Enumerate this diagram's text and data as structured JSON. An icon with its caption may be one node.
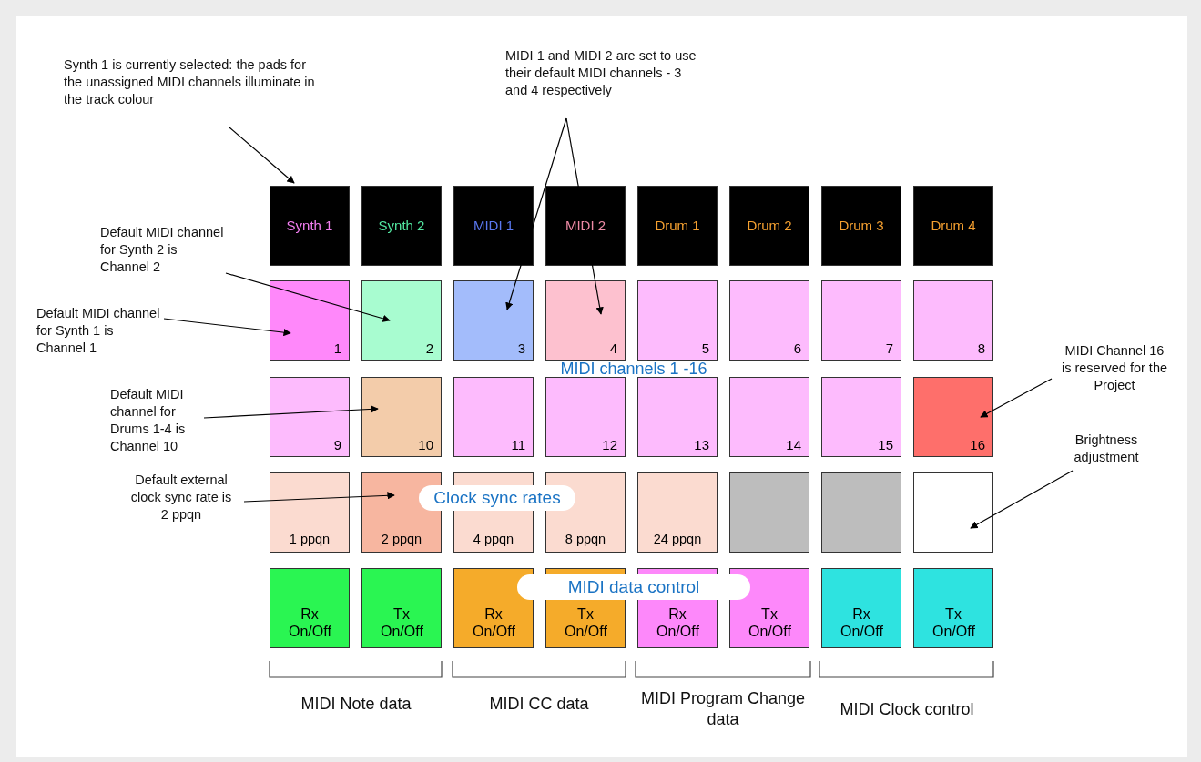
{
  "diagram": {
    "nodes": [
      {
        "text": [
          "Synth 1 is currently selected: the pads for the unassigned MIDI channels illuminate in the track colour"
        ]
      },
      {
        "text": [
          "MIDI 1 and MIDI 2 are set to use their default MIDI channels - 3 and 4 respectively"
        ]
      },
      {
        "text": [
          "Synth 1"
        ]
      },
      {
        "text": [
          "Synth 2"
        ]
      },
      {
        "text": [
          "MIDI 1"
        ]
      },
      {
        "text": [
          "MIDI 2"
        ]
      },
      {
        "text": [
          "Drum 1"
        ]
      },
      {
        "text": [
          "Drum 2"
        ]
      },
      {
        "text": [
          "Drum 3"
        ]
      },
      {
        "text": [
          "Drum 4"
        ]
      },
      {
        "text": [
          "Default MIDI channel for Synth 2 is Channel 2"
        ]
      },
      {
        "text": [
          "Default MIDI channel for Synth 1 is Channel 1"
        ]
      },
      {
        "text": [
          "1"
        ]
      },
      {
        "text": [
          "2"
        ]
      },
      {
        "text": [
          "3"
        ]
      },
      {
        "text": [
          "4"
        ]
      },
      {
        "text": [
          "5"
        ]
      },
      {
        "text": [
          "6"
        ]
      },
      {
        "text": [
          "7"
        ]
      },
      {
        "text": [
          "8"
        ]
      },
      {
        "text": [
          "MIDI channels 1 -16"
        ]
      },
      {
        "text": [
          "MIDI Channel 16 is reserved for the Project"
        ]
      },
      {
        "text": [
          "Default MIDI channel for Drums 1-4 is Channel 10"
        ]
      },
      {
        "text": [
          "9"
        ]
      },
      {
        "text": [
          "10"
        ]
      },
      {
        "text": [
          "11"
        ]
      },
      {
        "text": [
          "12"
        ]
      },
      {
        "text": [
          "13"
        ]
      },
      {
        "text": [
          "14"
        ]
      },
      {
        "text": [
          "15"
        ]
      },
      {
        "text": [
          "16"
        ]
      },
      {
        "text": [
          "Brightness adjustment"
        ]
      },
      {
        "text": [
          "Default external clock sync rate is 2 ppqn"
        ]
      },
      {
        "text": [
          "Clock sync rates"
        ]
      },
      {
        "text": [
          "1 ppqn"
        ]
      },
      {
        "text": [
          "2 ppqn"
        ]
      },
      {
        "text": [
          "4 ppqn"
        ]
      },
      {
        "text": [
          "8 ppqn"
        ]
      },
      {
        "text": [
          "24 ppqn"
        ]
      },
      {
        "text": [],
        "shape": "box"
      },
      {
        "text": [],
        "shape": "box"
      },
      {
        "text": [],
        "shape": "box"
      },
      {
        "text": [
          "MIDI data control"
        ]
      },
      {
        "text": [
          "Rx On/Off"
        ]
      },
      {
        "text": [
          "Tx On/Off"
        ]
      },
      {
        "text": [
          "Rx On/Off"
        ]
      },
      {
        "text": [
          "Tx On/Off"
        ]
      },
      {
        "text": [
          "Rx On/Off"
        ]
      },
      {
        "text": [
          "Tx On/Off"
        ]
      },
      {
        "text": [
          "Rx On/Off"
        ]
      },
      {
        "text": [
          "Tx On/Off"
        ]
      }
    ],
    "edges": [
      {
        "from": 0,
        "to": 2,
        "arrow": "to"
      },
      {
        "from": 1,
        "to": 14,
        "arrow": "to"
      },
      {
        "from": 1,
        "to": 15,
        "arrow": "to"
      },
      {
        "from": 10,
        "to": 13,
        "arrow": "to"
      },
      {
        "from": 11,
        "to": 12,
        "arrow": "to"
      },
      {
        "from": 21,
        "to": 30,
        "arrow": "to"
      },
      {
        "from": 22,
        "to": 24,
        "arrow": "to"
      },
      {
        "from": 31,
        "to": 41,
        "arrow": "to"
      },
      {
        "from": 32,
        "to": 35,
        "arrow": "to"
      }
    ],
    "labels": [
      "MIDI Note data",
      "MIDI CC data",
      "MIDI Program Change data",
      "MIDI Clock control"
    ]
  }
}
